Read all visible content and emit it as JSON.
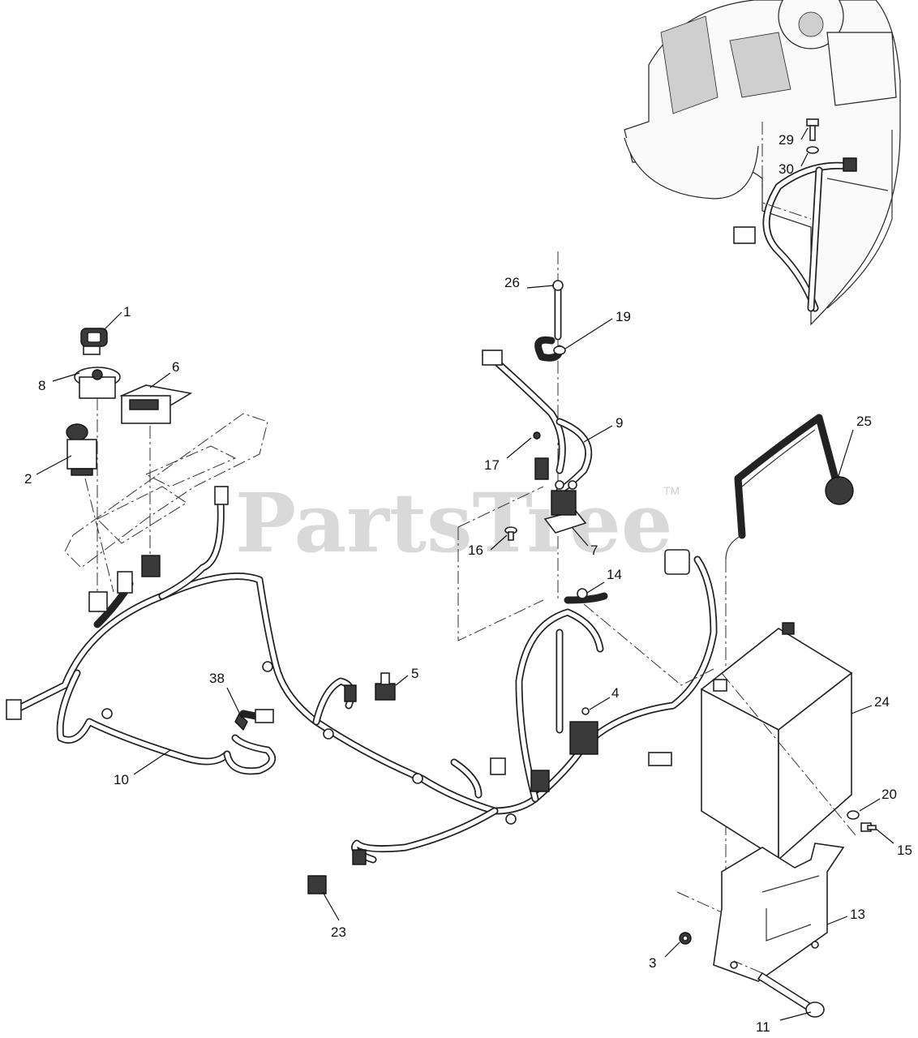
{
  "watermark": {
    "brand": "PartsTree",
    "mark": "TM"
  },
  "callouts": [
    {
      "id": "c1",
      "label": "1"
    },
    {
      "id": "c2",
      "label": "2"
    },
    {
      "id": "c3",
      "label": "3"
    },
    {
      "id": "c4",
      "label": "4"
    },
    {
      "id": "c5",
      "label": "5"
    },
    {
      "id": "c6",
      "label": "6"
    },
    {
      "id": "c7",
      "label": "7"
    },
    {
      "id": "c8",
      "label": "8"
    },
    {
      "id": "c9",
      "label": "9"
    },
    {
      "id": "c10",
      "label": "10"
    },
    {
      "id": "c11",
      "label": "11"
    },
    {
      "id": "c13",
      "label": "13"
    },
    {
      "id": "c14",
      "label": "14"
    },
    {
      "id": "c15",
      "label": "15"
    },
    {
      "id": "c16",
      "label": "16"
    },
    {
      "id": "c17",
      "label": "17"
    },
    {
      "id": "c19",
      "label": "19"
    },
    {
      "id": "c20",
      "label": "20"
    },
    {
      "id": "c23",
      "label": "23"
    },
    {
      "id": "c24",
      "label": "24"
    },
    {
      "id": "c25",
      "label": "25"
    },
    {
      "id": "c26",
      "label": "26"
    },
    {
      "id": "c29",
      "label": "29"
    },
    {
      "id": "c30",
      "label": "30"
    },
    {
      "id": "c38",
      "label": "38"
    }
  ]
}
